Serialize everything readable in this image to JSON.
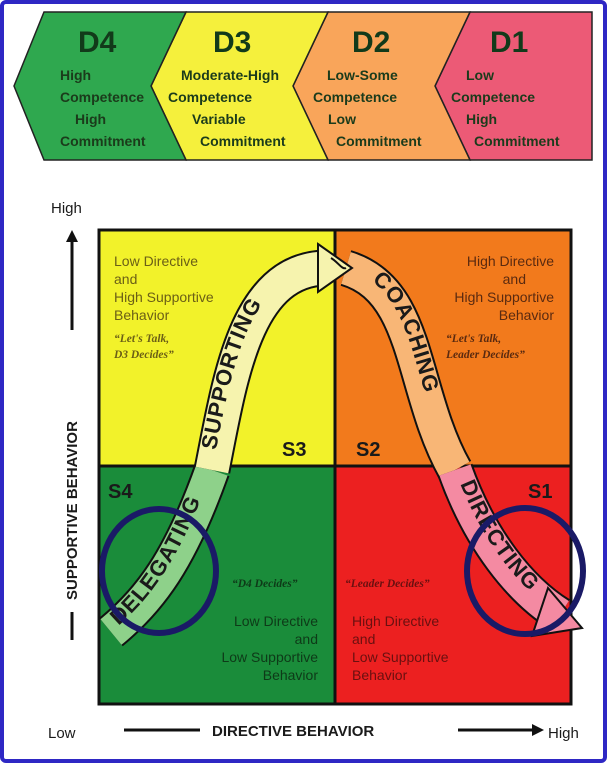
{
  "development_levels": [
    {
      "code": "D4",
      "line1": "High",
      "line2": "Competence",
      "line3": "High",
      "line4": "Commitment",
      "color": "#2fa84f"
    },
    {
      "code": "D3",
      "line1": "Moderate-High",
      "line2": "Competence",
      "line3": "Variable",
      "line4": "Commitment",
      "color": "#f5f03c"
    },
    {
      "code": "D2",
      "line1": "Low-Some",
      "line2": "Competence",
      "line3": "Low",
      "line4": "Commitment",
      "color": "#f9a55a"
    },
    {
      "code": "D1",
      "line1": "Low",
      "line2": "Competence",
      "line3": "High",
      "line4": "Commitment",
      "color": "#ec5a76"
    }
  ],
  "quadrants": {
    "s3": {
      "label": "S3",
      "l1": "Low Directive",
      "l2": "and",
      "l3": "High Supportive",
      "l4": "Behavior",
      "q1": "“Let's Talk,",
      "q2": "D3 Decides”",
      "color": "#f2f22a"
    },
    "s2": {
      "label": "S2",
      "l1": "High Directive",
      "l2": "and",
      "l3": "High Supportive",
      "l4": "Behavior",
      "q1": "“Let's Talk,",
      "q2": "Leader Decides”",
      "color": "#f27a1c"
    },
    "s4": {
      "label": "S4",
      "l1": "Low Directive",
      "l2": "and",
      "l3": "Low Supportive",
      "l4": "Behavior",
      "q1": "“D4 Decides”",
      "color": "#1a8c3a"
    },
    "s1": {
      "label": "S1",
      "l1": "High Directive",
      "l2": "and",
      "l3": "Low Supportive",
      "l4": "Behavior",
      "q1": "“Leader Decides”",
      "color": "#ec2020"
    }
  },
  "arrow_labels": {
    "delegating": "DELEGATING",
    "supporting": "SUPPORTING",
    "coaching": "COACHING",
    "directing": "DIRECTING"
  },
  "axes": {
    "y_title": "SUPPORTIVE BEHAVIOR",
    "y_high": "High",
    "x_title": "DIRECTIVE BEHAVIOR",
    "x_low": "Low",
    "x_high": "High"
  }
}
